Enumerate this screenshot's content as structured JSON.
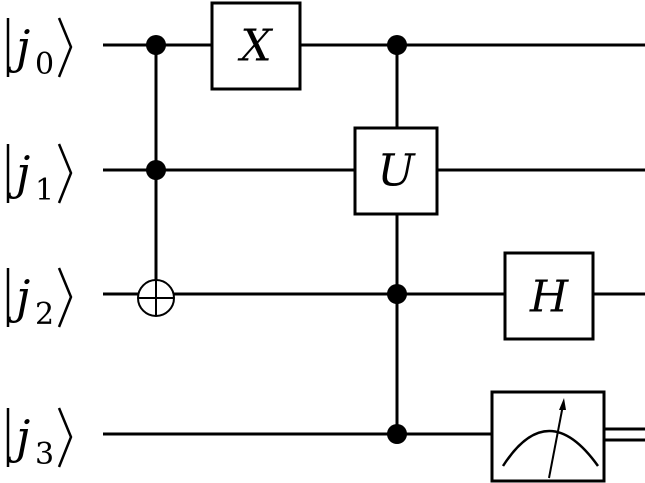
{
  "diagram": {
    "qubits": [
      {
        "symbol": "j",
        "index": "0"
      },
      {
        "symbol": "j",
        "index": "1"
      },
      {
        "symbol": "j",
        "index": "2"
      },
      {
        "symbol": "j",
        "index": "3"
      }
    ],
    "gates": {
      "x_label": "X",
      "u_label": "U",
      "h_label": "H"
    }
  }
}
